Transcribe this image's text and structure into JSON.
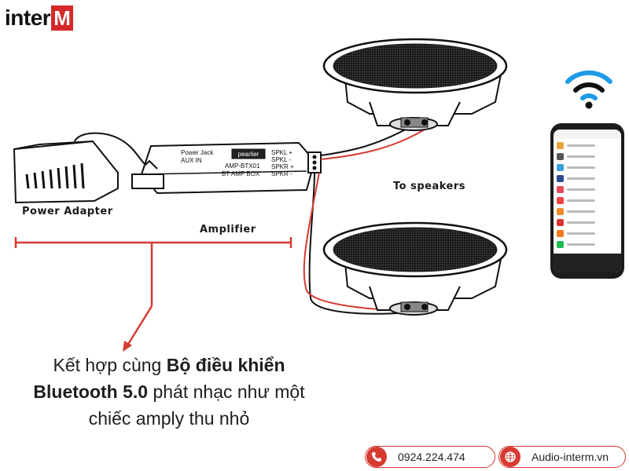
{
  "logo": {
    "text": "inter",
    "accent": "M"
  },
  "labels": {
    "power_adapter": "Power Adapter",
    "amplifier": "Amplifier",
    "to_speakers": "To speakers"
  },
  "amplifier_box": {
    "brand": "pearlier",
    "port1": "Power Jack",
    "port2": "AUX IN",
    "model": "AMP-BTX01",
    "type": "BT AMP BOX",
    "out1": "SPKL +",
    "out2": "SPKL -",
    "out3": "SPKR +",
    "out4": "SPKR -"
  },
  "caption": {
    "part1": "Kết hợp cùng ",
    "bold": "Bộ điều khiển Bluetooth 5.0",
    "part2": " phát nhạc như một chiếc amply thu nhỏ"
  },
  "contact": {
    "phone": "0924.224.474",
    "website": "Audio-interm.vn"
  },
  "colors": {
    "accent": "#d63b32",
    "brand_red": "#d62828"
  },
  "icons": [
    "phone-icon",
    "globe-icon",
    "wifi-icon"
  ]
}
